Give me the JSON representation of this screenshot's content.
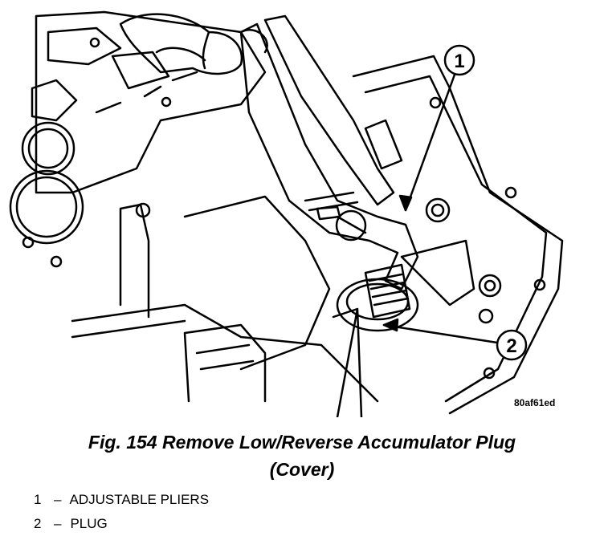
{
  "figure": {
    "image_code": "80af61ed",
    "caption_line1": "Fig. 154 Remove Low/Reverse Accumulator Plug",
    "caption_line2": "(Cover)"
  },
  "callouts": [
    {
      "number": "1",
      "label": "ADJUSTABLE PLIERS"
    },
    {
      "number": "2",
      "label": "PLUG"
    }
  ],
  "legend_separator": "–",
  "colors": {
    "ink": "#000000",
    "paper": "#ffffff"
  }
}
